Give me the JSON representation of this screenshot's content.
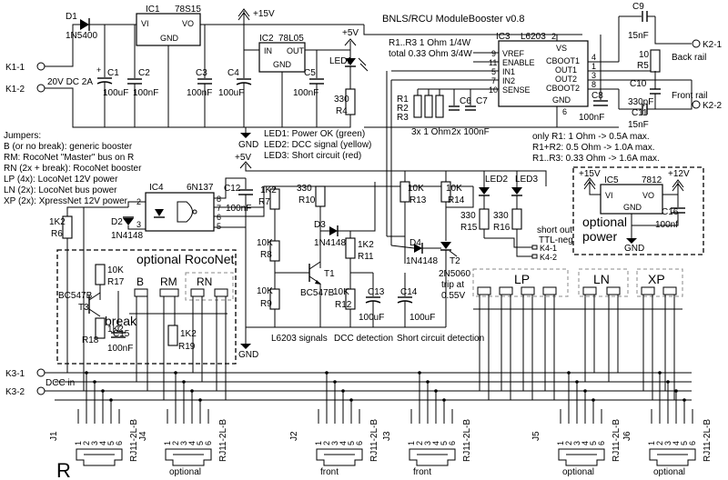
{
  "title": "BNLS/RCU ModuleBooster v0.8",
  "rails": {
    "v15": "+15V",
    "v5": "+5V",
    "v12": "+12V",
    "gnd": "GND"
  },
  "connectors": {
    "k1_1": "K1-1",
    "k1_2": "K1-2",
    "k2_1": "K2-1",
    "k2_2": "K2-2",
    "k3_1": "K3-1",
    "k3_2": "K3-2",
    "k4_1": "K4-1",
    "k4_2": "K4-2",
    "input_label": "20V DC 2A",
    "dcc_in": "DCC in",
    "back_rail": "Back rail",
    "front_rail": "Front rail"
  },
  "components": {
    "d1": "D1",
    "d1_val": "1N5400",
    "ic1": "IC1",
    "ic1_val": "78S15",
    "ic1_vi": "VI",
    "ic1_vo": "VO",
    "ic1_gnd": "GND",
    "c1": "C1",
    "c1_val": "100uF",
    "c2": "C2",
    "c2_val": "100nF",
    "c3": "C3",
    "c3_val": "100nF",
    "c4": "C4",
    "c4_val": "100uF",
    "ic2": "IC2",
    "ic2_val": "78L05",
    "ic2_in": "IN",
    "ic2_out": "OUT",
    "ic2_gnd": "GND",
    "c5": "C5",
    "c5_val": "100nF",
    "led1": "LED1",
    "r4": "R4",
    "r4_val": "330",
    "ic3": "IC3",
    "ic3_val": "L6203",
    "ic3_pins": [
      "VREF",
      "ENABLE",
      "IN1",
      "IN2",
      "SENSE"
    ],
    "ic3_pins_r": [
      "VS",
      "CBOOT1",
      "OUT1",
      "OUT2",
      "CBOOT2",
      "GND"
    ],
    "ic3_pin_nums": [
      "9",
      "11",
      "5",
      "7",
      "10"
    ],
    "ic3_pin_nums_r": [
      "2",
      "4",
      "1",
      "3",
      "8",
      "6"
    ],
    "r1": "R1",
    "r2": "R2",
    "r3": "R3",
    "res_note": "3x 1 Ohm",
    "c6": "C6",
    "c7": "C7",
    "c67_val": "2x 100nF",
    "c8": "C8",
    "c8_val": "100nF",
    "c9": "C9",
    "c9_val": "15nF",
    "r5": "R5",
    "r5_val": "10",
    "c10": "C10",
    "c10_val": "330pF",
    "c11": "C11",
    "c11_val": "15nF",
    "ic4": "IC4",
    "ic4_val": "6N137",
    "ic4_pins": [
      "2",
      "3",
      "8",
      "7",
      "6",
      "5"
    ],
    "c12": "C12",
    "c12_val": "100nF",
    "d2": "D2",
    "d2_val": "1N4148",
    "r6": "R6",
    "r6_val": "1K2",
    "r7": "R7",
    "r7_val": "1K2",
    "r8": "R8",
    "r8_val": "10K",
    "r9": "R9",
    "r9_val": "10K",
    "r10": "R10",
    "r10_val": "330",
    "d3": "D3",
    "d3_val": "1N4148",
    "r11": "R11",
    "r11_val": "1K2",
    "r12": "R12",
    "r12_val": "10K",
    "c13": "C13",
    "c13_val": "100uF",
    "t1": "T1",
    "t1_val": "BC547B",
    "r13": "R13",
    "r13_val": "10K",
    "r14": "R14",
    "r14_val": "10K",
    "r15": "R15",
    "r15_val": "330",
    "r16": "R16",
    "r16_val": "330",
    "led2": "LED2",
    "led3": "LED3",
    "d4": "D4",
    "d4_val": "1N4148",
    "t2": "T2",
    "t2_val": "2N5060",
    "t2_note1": "trip at",
    "t2_note2": "0.55V",
    "c14": "C14",
    "c14_val": "100uF",
    "r17": "R17",
    "r17_val": "10K",
    "r18": "R18",
    "r18_val": "1K2",
    "r19": "R19",
    "r19_val": "1K2",
    "t3": "T3",
    "t3_val": "BC547B",
    "c15": "C15",
    "c15_val": "100nF",
    "ic5": "IC5",
    "ic5_val": "7812",
    "ic5_vi": "VI",
    "ic5_vo": "VO",
    "ic5_gnd": "GND",
    "c16": "C16",
    "c16_val": "100nf"
  },
  "notes": {
    "r_power": "R1..R3 1 Ohm 1/4W",
    "r_total": "total 0.33 Ohm 3/4W",
    "led_notes": [
      "LED1: Power OK (green)",
      "LED2: DCC signal (yellow)",
      "LED3: Short circuit (red)"
    ],
    "current_notes": [
      "only R1: 1 Ohm -> 0.5A max.",
      "R1+R2: 0.5 Ohm -> 1.0A max.",
      "R1..R3: 0.33 Ohm -> 1.6A max."
    ],
    "jumpers_title": "Jumpers:",
    "jumpers": [
      "B (or no break): generic booster",
      "RM: RocoNet \"Master\" bus on R",
      "RN (2x + break): RocoNet booster",
      "LP (4x): LocoNet 12V power",
      "LN (2x): LocoNet bus power",
      "XP (2x): XpressNet 12V power"
    ],
    "short_out": "short out",
    "ttl_neg": "TTL-neg",
    "optional_roconet": "optional RocoNet",
    "optional_power1": "optional",
    "optional_power2": "power",
    "break": "break",
    "l6203_signals": "L6203 signals",
    "dcc_detection": "DCC detection",
    "short_detection": "Short circuit detection"
  },
  "jumper_labels": {
    "b": "B",
    "rm": "RM",
    "rn": "RN",
    "lp": "LP",
    "ln": "LN",
    "xp": "XP"
  },
  "jacks": [
    {
      "id": "J1",
      "type": "RJ11-2L-B",
      "sub": "R"
    },
    {
      "id": "J4",
      "type": "RJ11-2L-B",
      "sub": "optional"
    },
    {
      "id": "J2",
      "type": "RJ11-2L-B",
      "sub": "front"
    },
    {
      "id": "J3",
      "type": "RJ11-2L-B",
      "sub": "front"
    },
    {
      "id": "J5",
      "type": "RJ11-2L-B",
      "sub": "optional"
    },
    {
      "id": "J6",
      "type": "RJ11-2L-B",
      "sub": "optional"
    }
  ],
  "jack_pins": [
    "1",
    "2",
    "3",
    "4",
    "5",
    "6"
  ]
}
